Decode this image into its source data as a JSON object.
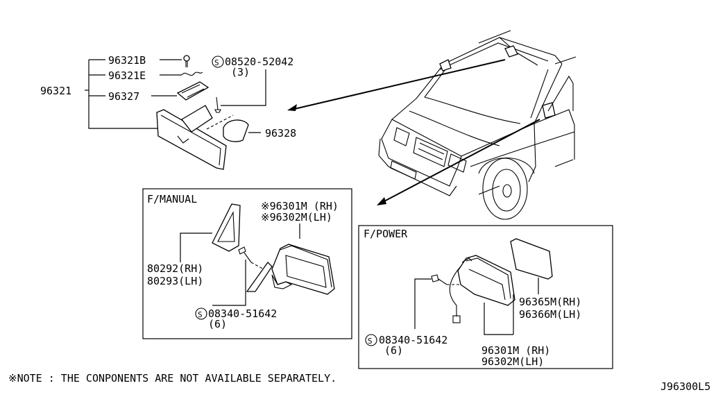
{
  "labels": {
    "p96321b": "96321B",
    "p96321e": "96321E",
    "p96321": "96321",
    "p96327": "96327",
    "p96328": "96328",
    "bolt_top_code": "08520-52042",
    "bolt_top_qty": "(3)",
    "manual_title": "F/MANUAL",
    "manual_part_rh": "96301M (RH)",
    "manual_part_lh": "96302M(LH)",
    "manual_mark": "※",
    "cover_rh": "80292(RH)",
    "cover_lh": "80293(LH)",
    "manual_bolt_code": "08340-51642",
    "manual_bolt_qty": "(6)",
    "power_title": "F/POWER",
    "glass_rh": "96365M(RH)",
    "glass_lh": "96366M(LH)",
    "power_bolt_code": "08340-51642",
    "power_bolt_qty": "(6)",
    "power_part_rh": "96301M (RH)",
    "power_part_lh": "96302M(LH)",
    "screw_symbol": "S",
    "note": "※NOTE : THE CONPONENTS ARE NOT AVAILABLE SEPARATELY.",
    "diagram_code": "J96300L5"
  }
}
